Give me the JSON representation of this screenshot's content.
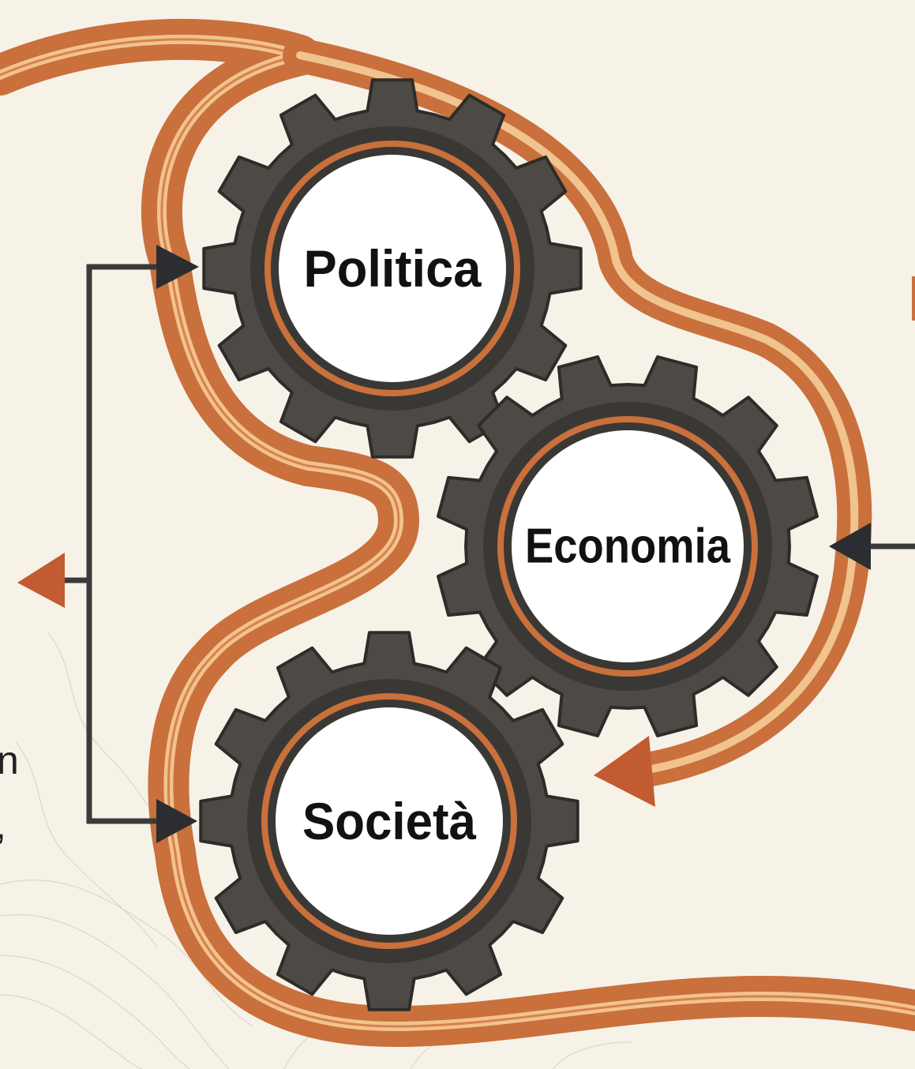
{
  "gears": [
    {
      "id": "politica",
      "label": "Politica"
    },
    {
      "id": "economia",
      "label": "Economia"
    },
    {
      "id": "societa",
      "label": "Società"
    }
  ],
  "left_margin_text": [
    "n",
    ","
  ],
  "colors": {
    "background": "#f6f2e8",
    "gear_body": "#4d4a46",
    "gear_face": "#ffffff",
    "copper_band": "#c9703c",
    "copper_highlight": "#f1c38e",
    "arrow_dark": "#2b2d30",
    "arrow_copper": "#c25a32",
    "flow_line": "#3a3a3a",
    "label_text": "#111111"
  },
  "icons": {
    "gears": "gear-icon",
    "flow_ribbon": "curved-arrow-icon",
    "pointers": "arrow-icon"
  }
}
